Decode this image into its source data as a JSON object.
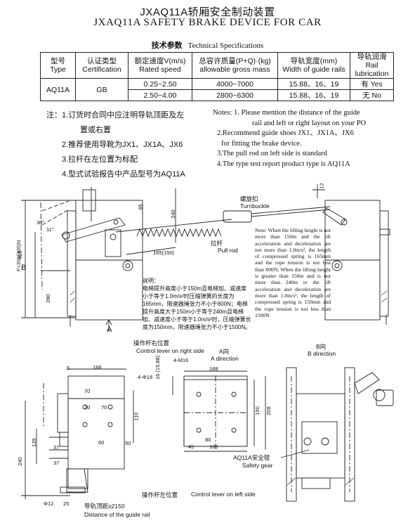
{
  "title": {
    "cn": "JXAQ11A轿厢安全制动装置",
    "en": "JXAQ11A  SAFETY BRAKE DEVICE FOR CAR"
  },
  "tech_params": {
    "cn": "技术参数",
    "en": "Technical Specifications"
  },
  "table": {
    "headers": [
      {
        "cn": "型号",
        "en": "Type"
      },
      {
        "cn": "认证类型",
        "en": "Certification"
      },
      {
        "cn": "额定速度V(m/s)",
        "en": "Rated speed"
      },
      {
        "cn": "总容许质量(P+Q)·(kg)",
        "en": "allowable gross mass"
      },
      {
        "cn": "导轨宽度(mm)",
        "en": "Width of guide rails"
      },
      {
        "cn": "导轨润滑",
        "en": "Rail lubrication"
      }
    ],
    "type": "AQ11A",
    "certification": "GB",
    "rows": [
      {
        "speed": "0.25~2.50",
        "mass": "4000~7000",
        "width": "15.88、16、19",
        "lub": "有 Yes"
      },
      {
        "speed": "2.50~4.00",
        "mass": "2800~6300",
        "width": "15.88、16、19",
        "lub": "无 No"
      }
    ]
  },
  "notes_cn": [
    "注：1.订货时合同中应注明导轨顶距及左",
    "置或右置",
    "2.推荐使用导靴为JX1、JX1A、JX6",
    "3.拉杆在左位置为标配",
    "4.型式试验报告中产品型号为AQ11A"
  ],
  "notes_en": [
    "Notes: 1. Please mention the distance of the guide",
    "rail and left or right layout on your PO",
    "2.Recommend guide shoes JX1、JX1A、JX6",
    "for fitting the brake device.",
    "3.The pull rod on left side is standard",
    "4.The type test report product type is AQ11A"
  ],
  "drawing": {
    "turnbuckle_cn": "螺旋扣",
    "turnbuckle_en": "Turnbuckle",
    "pullrod_cn": "拉杆",
    "pullrod_en": "Pull rod",
    "dim_12": "12",
    "dim_95": "95",
    "dim_240": "240",
    "dim_30": "30°",
    "dim_11": "11°",
    "dim_165": "165(150)",
    "dim_409": "409",
    "dim_F": "F=200(300)N",
    "dim_280": "280",
    "label_B": "B",
    "label_A": "A",
    "explain_cn_title": "说明：",
    "explain_cn": "电梯提升高度小于150m且电梯加、减速度小于等于1.0m/s²时压缩弹簧的长度为165mm，限速器绳张力不小于800N；电梯提升高度大于150m小于等于240m且电梯加、减速度小于等于1.0m/s²时，压缩弹簧长度为150mm，限速器绳张力不小于1500N。",
    "explain_en": "Note: When the lifting height is not more than 150m and the lift acceleration and deceleration are not more than 1.0m/s², the length of compressed spring is 165mm and the rope tension is not less than 800N; When the lifting height is greater than 150m and is not more than 240m or the lift acceleration and deceleration are more than 1.0m/s², the length of compressed spring is 150mm and the rope tension is not less than 1500N.",
    "control_right_cn": "操作杆右位置",
    "control_right_en": "Control lever on right side",
    "control_left_cn": "操作杆左位置",
    "control_left_en": "Control lever on left side",
    "a_dir_cn": "A向",
    "a_dir_en": "A direction",
    "b_dir_cn": "B向",
    "b_dir_en": "B direction",
    "dim_5": "5",
    "dim_188": "188",
    "dim_4phi18": "4-Φ18",
    "dim_4m16": "4-M16",
    "dim_70": "70",
    "dim_110": "110",
    "dim_135": "135",
    "dim_37": "37",
    "dim_240b": "240",
    "dim_phi12": "Φ12",
    "dim_25": "25",
    "dim_16": "16 (15.88)",
    "dim_150": "150",
    "dim_208": "208",
    "dim_80": "80",
    "dim_45": "45",
    "dim_100": "100",
    "dim_50": "50",
    "dim_60": "60",
    "guide_rail_cn": "导轨顶距≥2150",
    "guide_rail_en": "Distance of the guide rail",
    "safety_gear_cn": "AQ11A安全钳",
    "safety_gear_en": "Safety gear"
  }
}
